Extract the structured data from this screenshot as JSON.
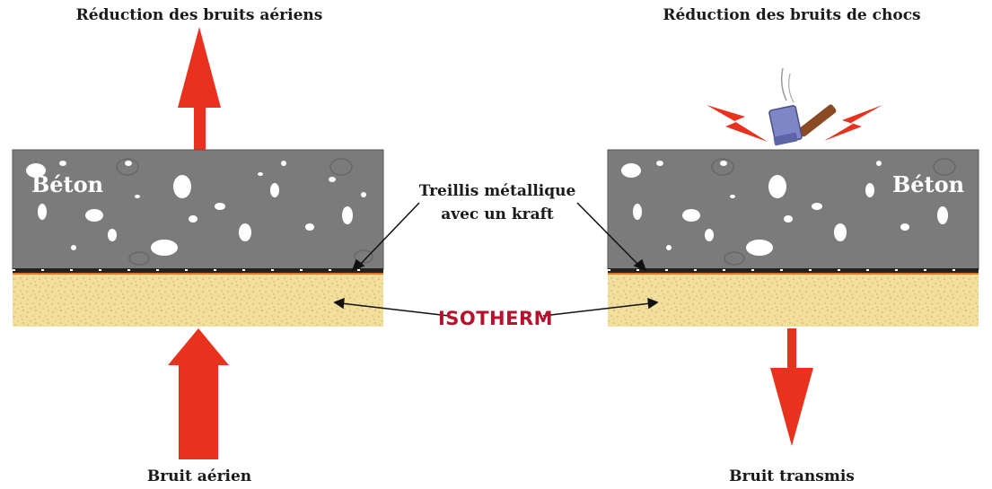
{
  "left": {
    "title": "Réduction des bruits aériens",
    "bottom_label": "Bruit aérien",
    "material_label": "Béton"
  },
  "right": {
    "title": "Réduction des bruits de chocs",
    "bottom_label": "Bruit transmis",
    "material_label": "Béton"
  },
  "center": {
    "mesh_label_line1": "Treillis métallique",
    "mesh_label_line2": "avec un kraft",
    "product_label": "ISOTHERM"
  },
  "colors": {
    "arrow": "#e8321e",
    "concrete": "#7b7b7b",
    "insulation": "#f2df9c",
    "kraft": "#d9782a",
    "brand": "#b5122c"
  },
  "icons": {
    "hammer": "hammer-icon",
    "impact": "lightning-icon"
  }
}
